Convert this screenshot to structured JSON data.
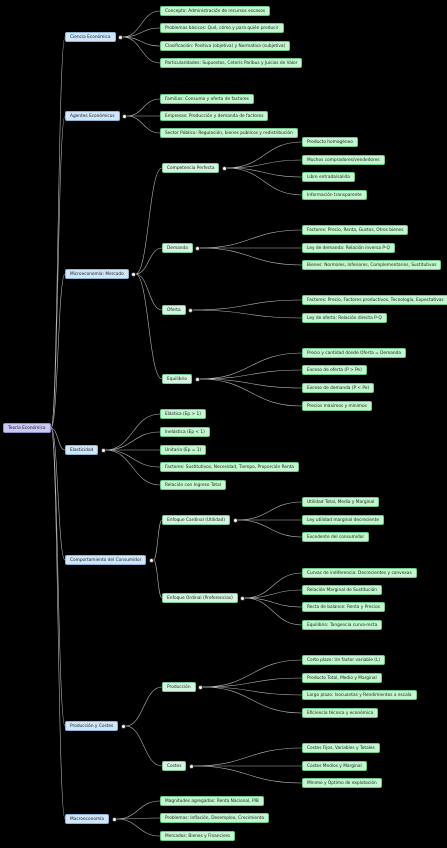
{
  "root": "Teoría Económica",
  "branches": [
    {
      "label": "Ciencia Económica",
      "children": [
        "Concepto: Administración de recursos escasos",
        "Problemas básicos: Qué, cómo y para quién producir",
        "Clasificación: Positiva (objetiva) y Normativa (subjetiva)",
        "Particularidades: Supuestos, Ceteris Paribus y Juicios de Valor"
      ]
    },
    {
      "label": "Agentes Económicos",
      "children": [
        "Familias: Consumo y oferta de factores",
        "Empresas: Producción y demanda de factores",
        "Sector Público: Regulación, bienes públicos y redistribución"
      ]
    },
    {
      "label": "Microeconomía: Mercado",
      "children": [
        {
          "label": "Competencia Perfecta",
          "children": [
            "Producto homogéneo",
            "Muchos compradores/vendedores",
            "Libre entrada/salida",
            "Información transparente"
          ]
        },
        {
          "label": "Demanda",
          "children": [
            "Factores: Precio, Renta, Gustos, Otros bienes",
            "Ley de demanda: Relación inversa P-Q",
            "Bienes: Normales, Inferiores, Complementarios, Sustitutivos"
          ]
        },
        {
          "label": "Oferta",
          "children": [
            "Factores: Precio, Factores productivos, Tecnología, Expectativas",
            "Ley de oferta: Relación directa P-Q"
          ]
        },
        {
          "label": "Equilibrio",
          "children": [
            "Precio y cantidad donde Oferta = Demanda",
            "Exceso de oferta (P > Pe)",
            "Exceso de demanda (P < Pe)",
            "Precios máximos y mínimos"
          ]
        }
      ]
    },
    {
      "label": "Elasticidad",
      "children": [
        "Elástica (Ep > 1)",
        "Inelástica (Ep < 1)",
        "Unitaria (Ep = 1)",
        "Factores: Sustitutivos, Necesidad, Tiempo, Proporción Renta",
        "Relación con Ingreso Total"
      ]
    },
    {
      "label": "Comportamiento del Consumidor",
      "children": [
        {
          "label": "Enfoque Cardinal (Utilidad)",
          "children": [
            "Utilidad Total, Media y Marginal",
            "Ley utilidad marginal decreciente",
            "Excedente del consumidor"
          ]
        },
        {
          "label": "Enfoque Ordinal (Preferencias)",
          "children": [
            "Curvas de indiferencia: Decrecientes y convexas",
            "Relación Marginal de Sustitución",
            "Recta de balance: Renta y Precios",
            "Equilibrio: Tangencia curva-recta"
          ]
        }
      ]
    },
    {
      "label": "Producción y Costes",
      "children": [
        {
          "label": "Producción",
          "children": [
            "Corto plazo: Un factor variable (L)",
            "Producto Total, Medio y Marginal",
            "Largo plazo: Isocuantas y Rendimientos a escala",
            "Eficiencia técnica y económica"
          ]
        },
        {
          "label": "Costes",
          "children": [
            "Costes Fijos, Variables y Totales",
            "Costes Medios y Marginal",
            "Mínimo y Óptimo de explotación"
          ]
        }
      ]
    },
    {
      "label": "Macroeconomía",
      "children": [
        "Magnitudes agregadas: Renta Nacional, PIB",
        "Problemas: Inflación, Desempleo, Crecimiento",
        "Mercados: Bienes y Financiero"
      ]
    }
  ]
}
